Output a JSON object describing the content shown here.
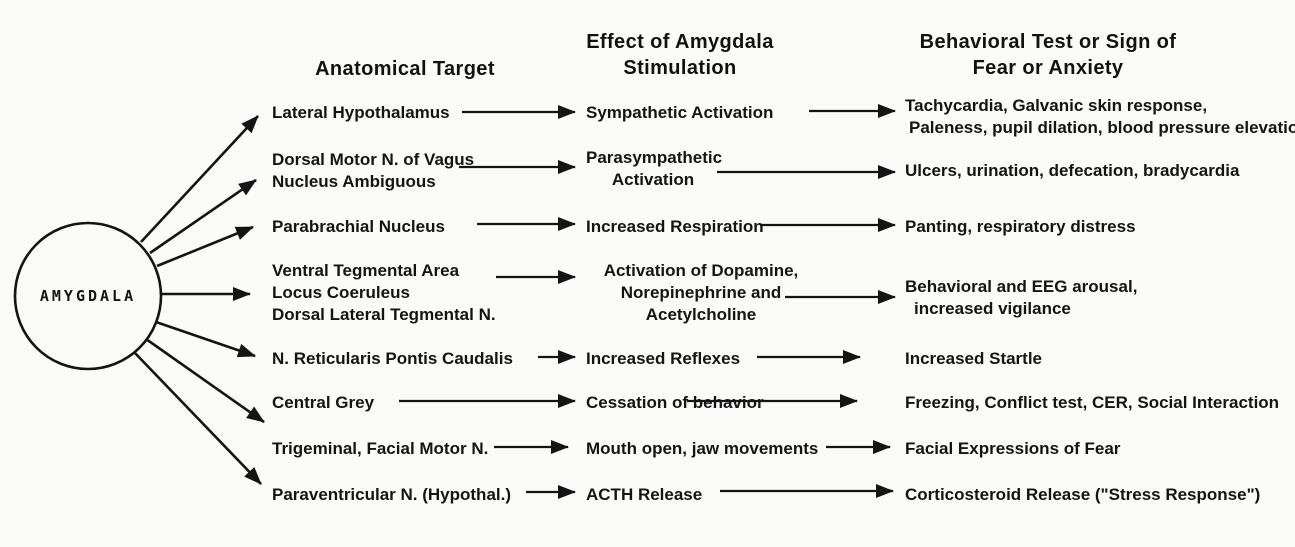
{
  "amygdala_label": "AMYGDALA",
  "headers": {
    "anatomical_target": "Anatomical Target",
    "effect_line1": "Effect of Amygdala",
    "effect_line2": "Stimulation",
    "behavior_line1": "Behavioral Test or Sign of",
    "behavior_line2": "Fear or Anxiety"
  },
  "rows": [
    {
      "target": [
        "Lateral Hypothalamus"
      ],
      "effect": [
        "Sympathetic Activation"
      ],
      "behavior": [
        "Tachycardia, Galvanic skin response,",
        "Paleness, pupil dilation, blood pressure elevation"
      ]
    },
    {
      "target": [
        "Dorsal Motor N. of Vagus",
        "Nucleus Ambiguous"
      ],
      "effect": [
        "Parasympathetic",
        "Activation"
      ],
      "behavior": [
        "Ulcers, urination, defecation, bradycardia"
      ]
    },
    {
      "target": [
        "Parabrachial Nucleus"
      ],
      "effect": [
        "Increased Respiration"
      ],
      "behavior": [
        "Panting, respiratory distress"
      ]
    },
    {
      "target": [
        "Ventral Tegmental Area",
        "Locus Coeruleus",
        "Dorsal Lateral Tegmental N."
      ],
      "effect": [
        "Activation of Dopamine,",
        "Norepinephrine and",
        "Acetylcholine"
      ],
      "behavior": [
        "Behavioral and EEG arousal,",
        "increased vigilance"
      ]
    },
    {
      "target": [
        "N. Reticularis Pontis Caudalis"
      ],
      "effect": [
        "Increased Reflexes"
      ],
      "behavior": [
        "Increased Startle"
      ]
    },
    {
      "target": [
        "Central Grey"
      ],
      "effect": [
        "Cessation of behavior"
      ],
      "behavior": [
        "Freezing, Conflict test, CER, Social Interaction"
      ]
    },
    {
      "target": [
        "Trigeminal, Facial Motor N."
      ],
      "effect": [
        "Mouth open, jaw movements"
      ],
      "behavior": [
        "Facial Expressions of Fear"
      ]
    },
    {
      "target": [
        "Paraventricular N. (Hypothal.)"
      ],
      "effect": [
        "ACTH Release"
      ],
      "behavior": [
        "Corticosteroid Release (\"Stress Response\")"
      ]
    }
  ],
  "colors": {
    "ink": "#141414",
    "background": "#fbfbf9"
  }
}
